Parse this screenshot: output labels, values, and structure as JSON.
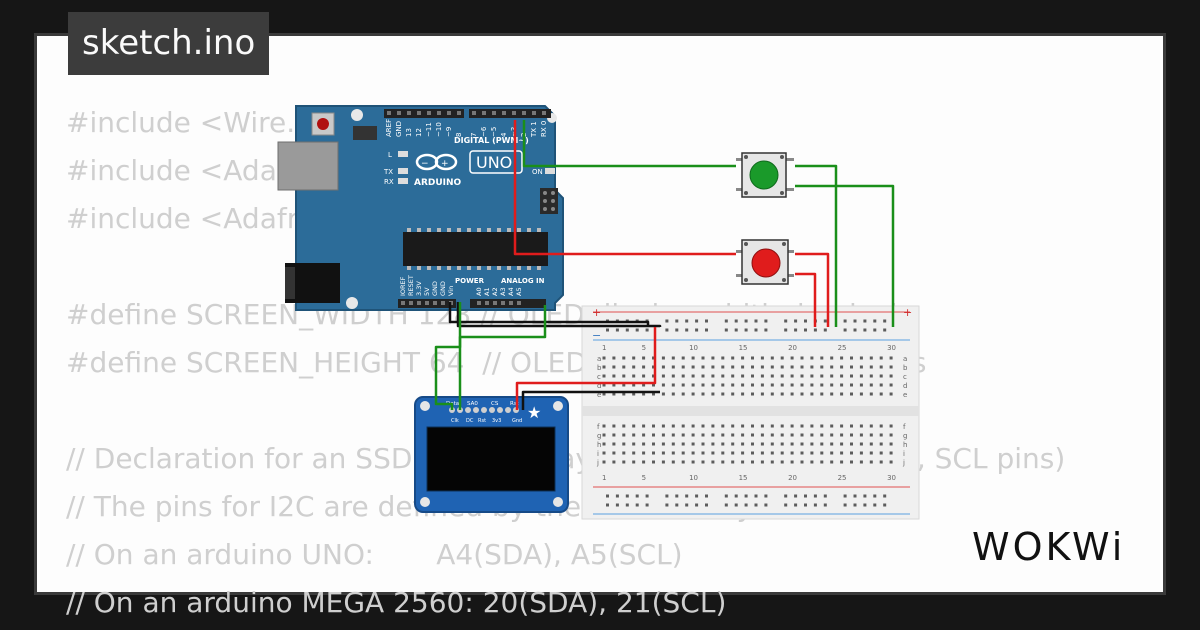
{
  "file_tab": {
    "label": "sketch.ino"
  },
  "code_lines": [
    "#include <Wire.h>",
    "#include <Adafruit_GFX.h>",
    "#include <Adafruit_SSD1306.h>",
    "",
    "#define SCREEN_WIDTH 128 // OLED display width, in pixels",
    "#define SCREEN_HEIGHT 64  // OLED display height, in pixels",
    "",
    "// Declaration for an SSD1306 display connected to I2C (SDA, SCL pins)",
    "// The pins for I2C are defined by the Wire-library.",
    "// On an arduino UNO:       A4(SDA), A5(SCL)",
    "// On an arduino MEGA 2560: 20(SDA), 21(SCL)"
  ],
  "arduino": {
    "model": "UNO",
    "brand": "ARDUINO",
    "digital_header": "DIGITAL (PWM~)",
    "power_header": "POWER",
    "analog_header": "ANALOG IN",
    "on_label": "ON",
    "l_label": "L",
    "tx_label": "TX",
    "rx_label": "RX",
    "top_pins": [
      "AREF",
      "GND",
      "13",
      "12",
      "~11",
      "~10",
      "~9",
      "8",
      "7",
      "~6",
      "~5",
      "4",
      "~3",
      "2",
      "TX 1",
      "RX 0"
    ],
    "bottom_pins": [
      "IOREF",
      "RESET",
      "3.3V",
      "5V",
      "GND",
      "GND",
      "Vin",
      "A0",
      "A1",
      "A2",
      "A3",
      "A4",
      "A5"
    ]
  },
  "oled": {
    "top_labels": [
      "Data",
      "SA0",
      "CS",
      "Rst"
    ],
    "bottom_labels": [
      "Clk",
      "DC",
      "Rst",
      "3v3",
      "Gnd"
    ]
  },
  "breadboard": {
    "column_numbers": [
      "1",
      "5",
      "10",
      "15",
      "20",
      "25",
      "30"
    ],
    "row_letters_top": [
      "a",
      "b",
      "c",
      "d",
      "e"
    ],
    "row_letters_bottom": [
      "f",
      "g",
      "h",
      "i",
      "j"
    ],
    "rail_sign_plus": "+",
    "rail_sign_minus": "−"
  },
  "buttons": {
    "green_color": "#1a9a2a",
    "red_color": "#e01c1c"
  },
  "wire_colors": {
    "green": "#1a8f1a",
    "red": "#e01c1c",
    "black": "#111111"
  },
  "logo": {
    "text": "WOKWi"
  }
}
